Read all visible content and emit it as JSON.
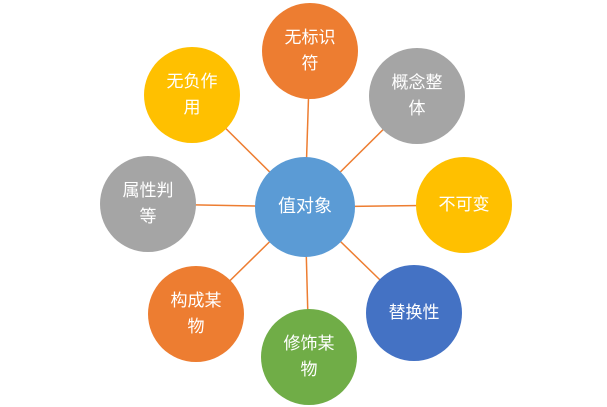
{
  "diagram": {
    "type": "radial",
    "background": "#FFFFFF",
    "connector_color": "#ED7D31",
    "center_node": {
      "label": "值对象",
      "color": "#5B9BD5",
      "text_color": "#FFFFFF"
    },
    "satellite_nodes": [
      {
        "label": "无标识符",
        "color": "#ED7D31",
        "position": "top"
      },
      {
        "label": "概念整体",
        "color": "#A5A5A5",
        "position": "top-right"
      },
      {
        "label": "不可变",
        "color": "#FFC000",
        "position": "right"
      },
      {
        "label": "替换性",
        "color": "#4472C4",
        "position": "bottom-right"
      },
      {
        "label": "修饰某物",
        "color": "#70AD47",
        "position": "bottom"
      },
      {
        "label": "构成某物",
        "color": "#ED7D31",
        "position": "bottom-left"
      },
      {
        "label": "属性判等",
        "color": "#A5A5A5",
        "position": "left"
      },
      {
        "label": "无负作用",
        "color": "#FFC000",
        "position": "top-left"
      }
    ]
  }
}
